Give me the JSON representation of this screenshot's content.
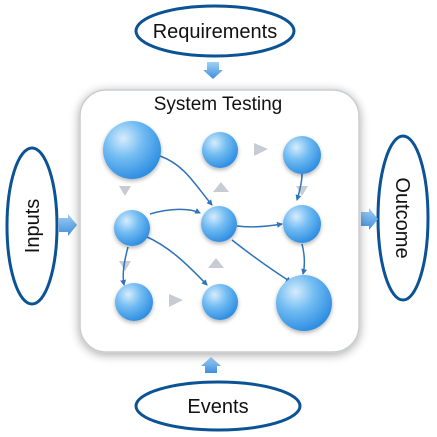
{
  "diagram": {
    "title": "System Testing",
    "top_label": "Requirements",
    "bottom_label": "Events",
    "left_label": "Inputs",
    "right_label": "Outcome"
  },
  "colors": {
    "oval_border": "#0b5394",
    "node_light": "#cfe7fb",
    "node_mid": "#6fb8f0",
    "node_dark": "#2a8be0",
    "arrow_connector": "#2f73b8",
    "arrow_ghost": "#c7ccd4",
    "arrow_side": "#5aa6e6",
    "panel_fill": "#ffffff",
    "panel_border": "#c8cbd0"
  }
}
